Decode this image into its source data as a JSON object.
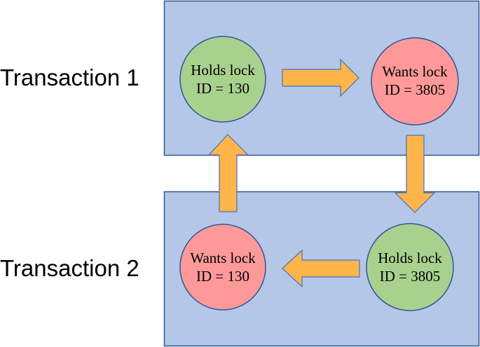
{
  "transactions": [
    {
      "label": "Transaction 1",
      "nodes": [
        {
          "line1": "Holds lock",
          "line2": "ID = 130",
          "state": "holds"
        },
        {
          "line1": "Wants lock",
          "line2": "ID = 3805",
          "state": "wants"
        }
      ]
    },
    {
      "label": "Transaction 2",
      "nodes": [
        {
          "line1": "Wants lock",
          "line2": "ID = 130",
          "state": "wants"
        },
        {
          "line1": "Holds lock",
          "line2": "ID = 3805",
          "state": "holds"
        }
      ]
    }
  ],
  "colors": {
    "panel_fill": "#b4c7e7",
    "panel_stroke": "#2f5597",
    "holds_fill": "#a9d18e",
    "wants_fill": "#ff9999",
    "arrow_fill": "#ffb54a",
    "arrow_stroke": "#4472c4"
  }
}
